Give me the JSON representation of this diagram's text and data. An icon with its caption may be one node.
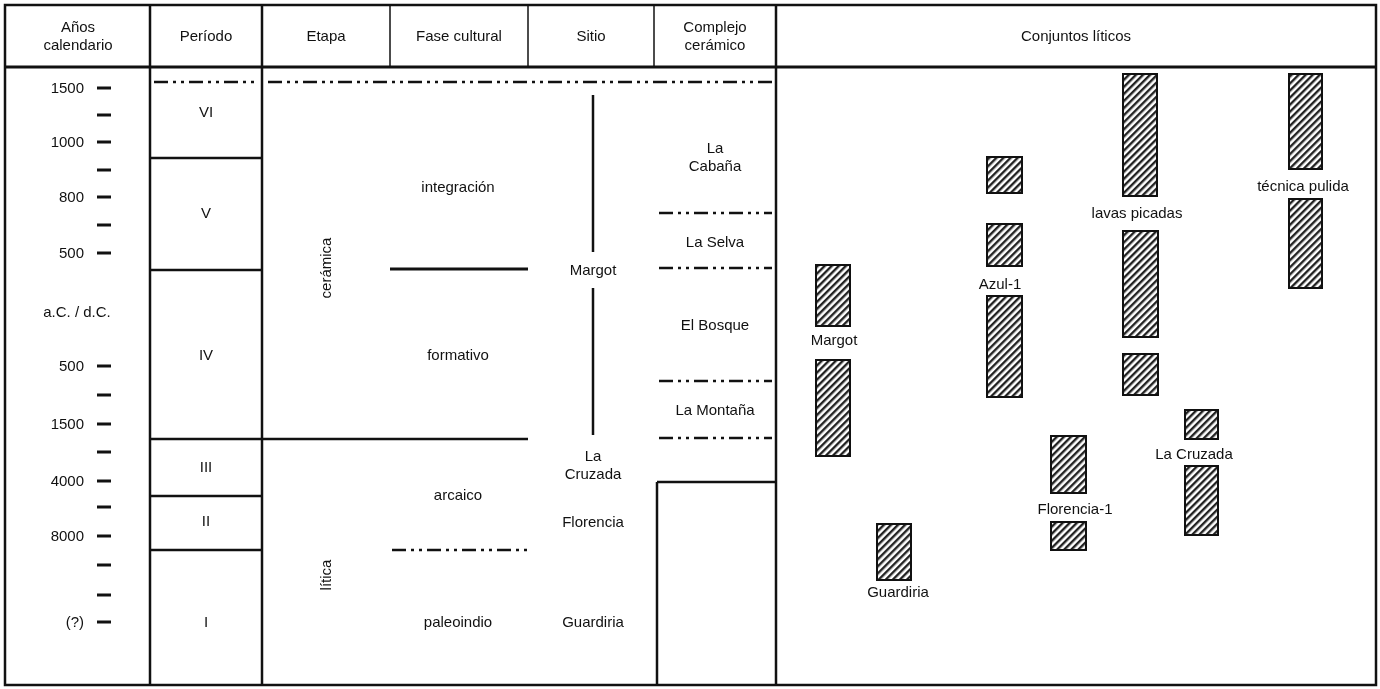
{
  "diagram": {
    "labels": [
      "Años calendario",
      "Período",
      "Etapa",
      "Fase cultural",
      "Sitio",
      "Complejo cerámico",
      "Conjuntos líticos",
      "1500",
      "1000",
      "800",
      "500",
      "a.C. / d.C.",
      "500",
      "1500",
      "4000",
      "8000",
      "(?)",
      "VI",
      "V",
      "IV",
      "III",
      "II",
      "I",
      "cerámica",
      "lítica",
      "integración",
      "formativo",
      "arcaico",
      "paleoindio",
      "Margot",
      "La Cruzada",
      "Florencia",
      "Guardiria",
      "La Cabaña",
      "La Selva",
      "El Bosque",
      "La Montaña",
      "técnica pulida",
      "lavas picadas",
      "Azul-1",
      "Margot",
      "La Cruzada",
      "Florencia-1",
      "Guardiria"
    ]
  }
}
